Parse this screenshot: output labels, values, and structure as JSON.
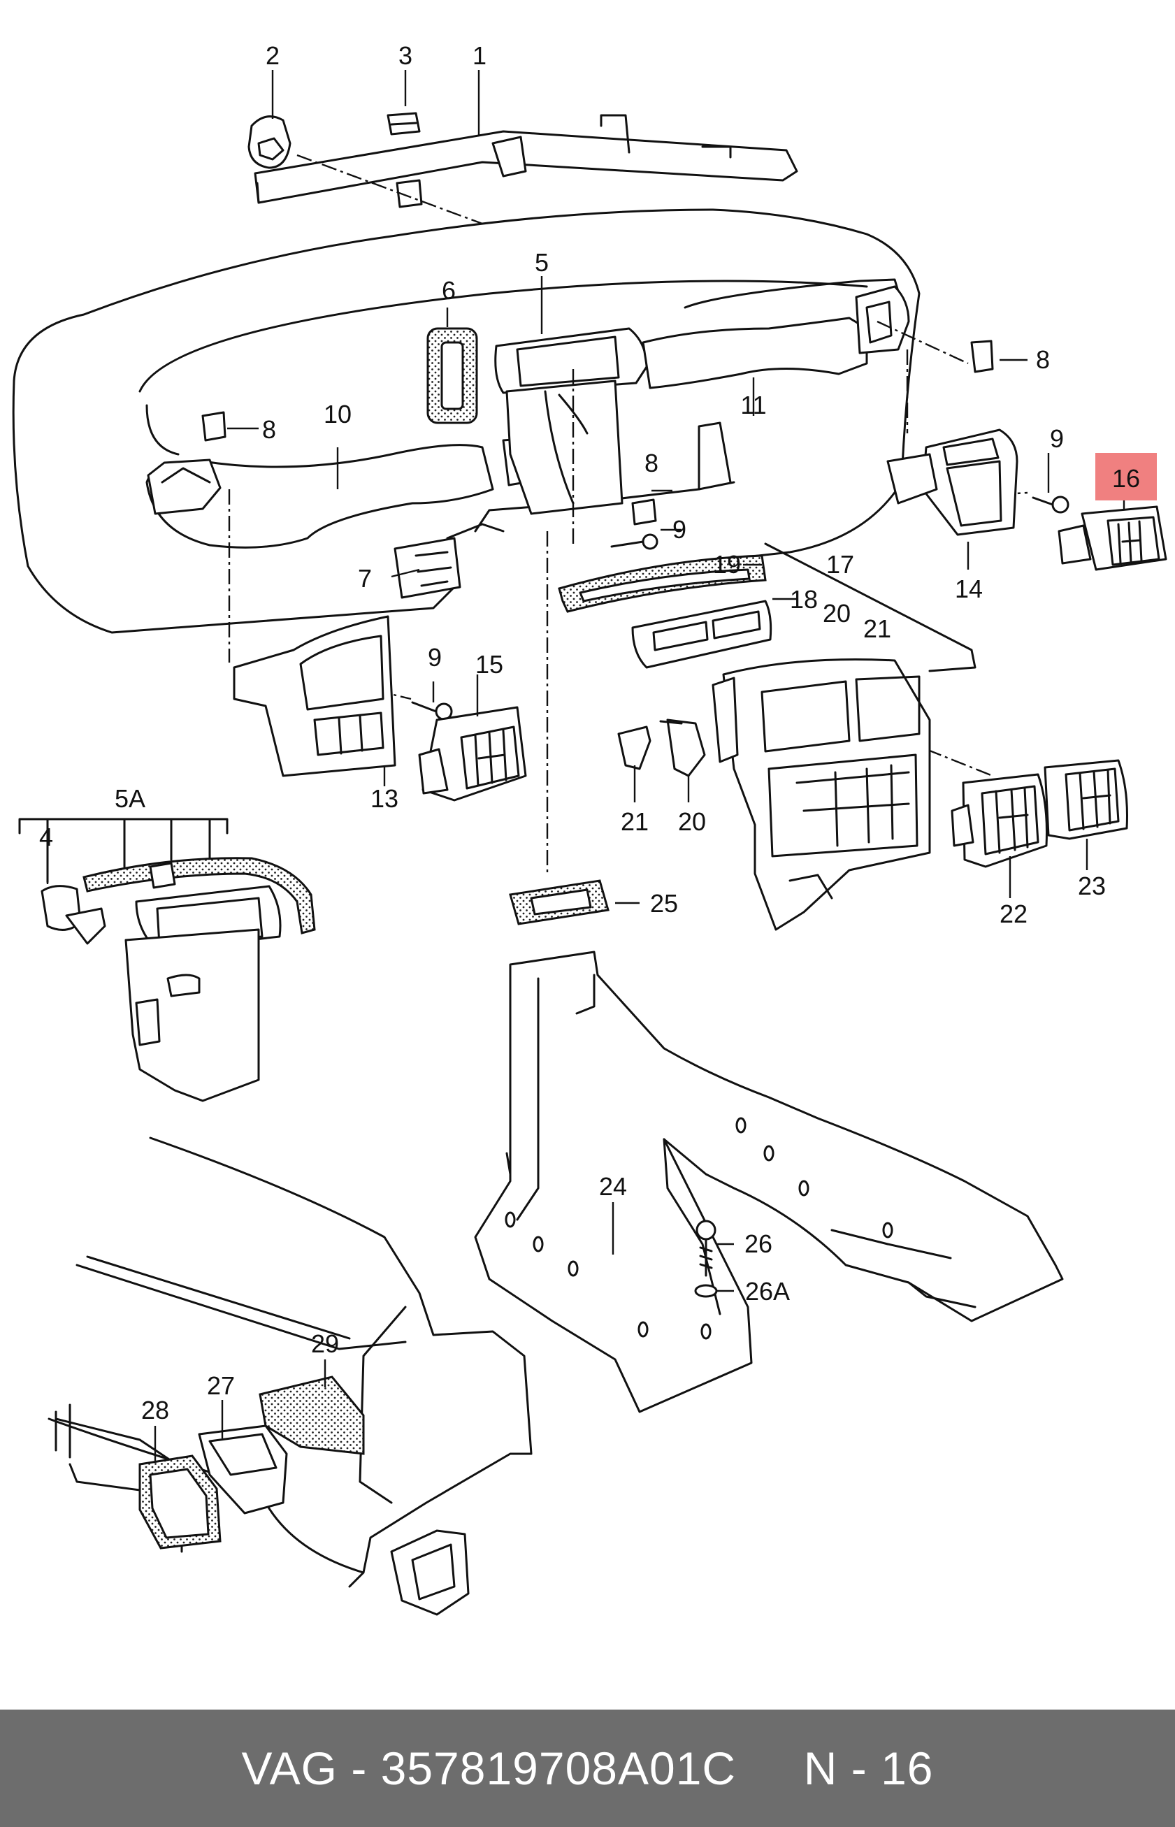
{
  "diagram": {
    "callouts": {
      "c2": "2",
      "c3": "3",
      "c1": "1",
      "c6": "6",
      "c5": "5",
      "c8a": "8",
      "c8b": "8",
      "c8c": "8",
      "c10": "10",
      "c11": "11",
      "c9a": "9",
      "c9b": "9",
      "c9c": "9",
      "c16": "16",
      "c14": "14",
      "c7": "7",
      "c19": "19",
      "c17": "17",
      "c18": "18",
      "c20a": "20",
      "c21a": "21",
      "c15": "15",
      "c13": "13",
      "c21b": "21",
      "c20b": "20",
      "c5a": "5A",
      "c4": "4",
      "c25": "25",
      "c22": "22",
      "c23": "23",
      "c24": "24",
      "c26": "26",
      "c26a": "26A",
      "c29": "29",
      "c27": "27",
      "c28": "28"
    },
    "highlight_color": "#f08080"
  },
  "footer": {
    "text": "VAG - 357819708A01C     N - 16",
    "background": "#6d6d6d"
  }
}
